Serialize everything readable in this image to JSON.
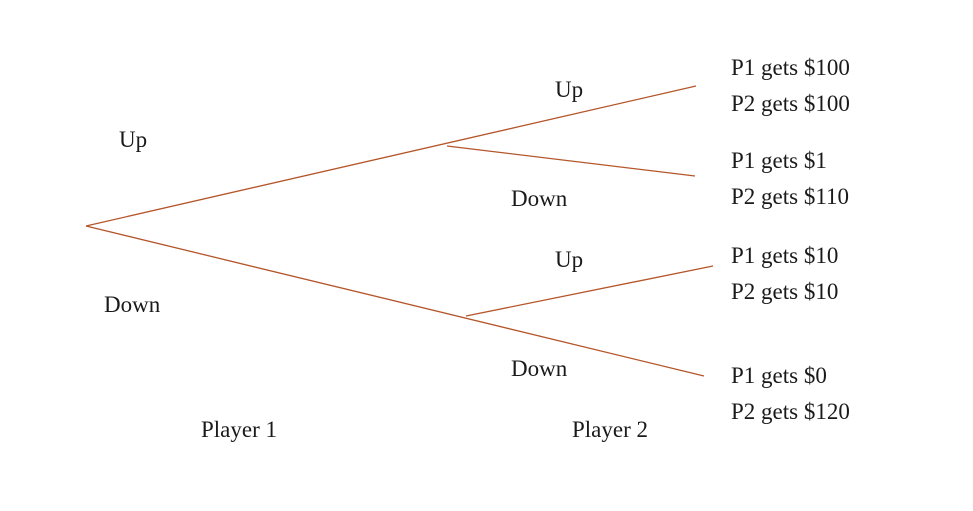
{
  "branch_color": "#b5552a",
  "text_color": "#1a1a1a",
  "player1": {
    "name": "Player 1",
    "up_label": "Up",
    "down_label": "Down"
  },
  "player2": {
    "name": "Player 2",
    "top_node": {
      "up_label": "Up",
      "down_label": "Down"
    },
    "bottom_node": {
      "up_label": "Up",
      "down_label": "Down"
    }
  },
  "payoffs": [
    {
      "p1": "P1 gets $100",
      "p2": "P2 gets $100"
    },
    {
      "p1": "P1 gets $1",
      "p2": "P2 gets $110"
    },
    {
      "p1": "P1 gets $10",
      "p2": "P2 gets $10"
    },
    {
      "p1": "P1 gets $0",
      "p2": "P2 gets $120"
    }
  ]
}
